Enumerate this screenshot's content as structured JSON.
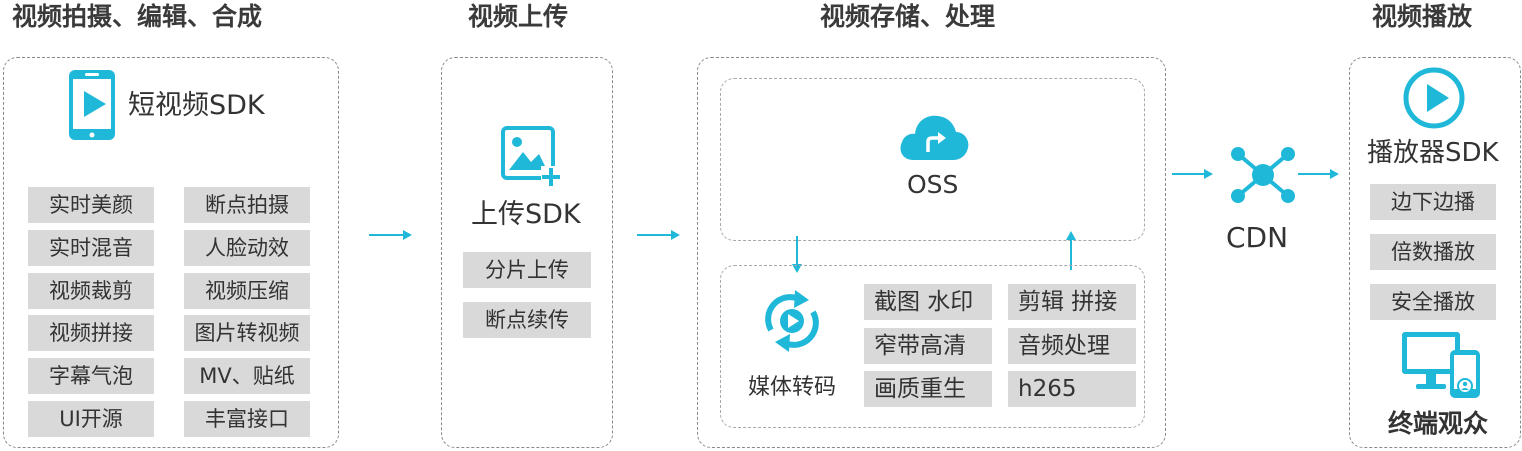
{
  "stages": {
    "capture": {
      "title": "视频拍摄、编辑、合成",
      "sdk_label": "短视频SDK",
      "features": [
        "实时美颜",
        "断点拍摄",
        "实时混音",
        "人脸动效",
        "视频裁剪",
        "视频压缩",
        "视频拼接",
        "图片转视频",
        "字幕气泡",
        "MV、贴纸",
        "UI开源",
        "丰富接口"
      ]
    },
    "upload": {
      "title": "视频上传",
      "sdk_label": "上传SDK",
      "features": [
        "分片上传",
        "断点续传"
      ]
    },
    "storage": {
      "title": "视频存储、处理",
      "oss_label": "OSS",
      "transcode_label": "媒体转码",
      "features": [
        "截图 水印",
        "剪辑 拼接",
        "窄带高清",
        "音频处理",
        "画质重生",
        "h265"
      ]
    },
    "cdn": {
      "label": "CDN"
    },
    "playback": {
      "title": "视频播放",
      "sdk_label": "播放器SDK",
      "features": [
        "边下边播",
        "倍数播放",
        "安全播放"
      ],
      "audience_label": "终端观众"
    }
  },
  "colors": {
    "accent": "#1fb8d9",
    "tag_bg": "#d9d9d9",
    "border": "#8a8a8a"
  },
  "icons": {
    "capture": "phone-play-icon",
    "upload": "image-upload-icon",
    "oss": "cloud-upload-icon",
    "transcode": "transcode-cycle-icon",
    "cdn": "network-hub-icon",
    "player": "play-circle-icon",
    "audience": "devices-icon"
  }
}
